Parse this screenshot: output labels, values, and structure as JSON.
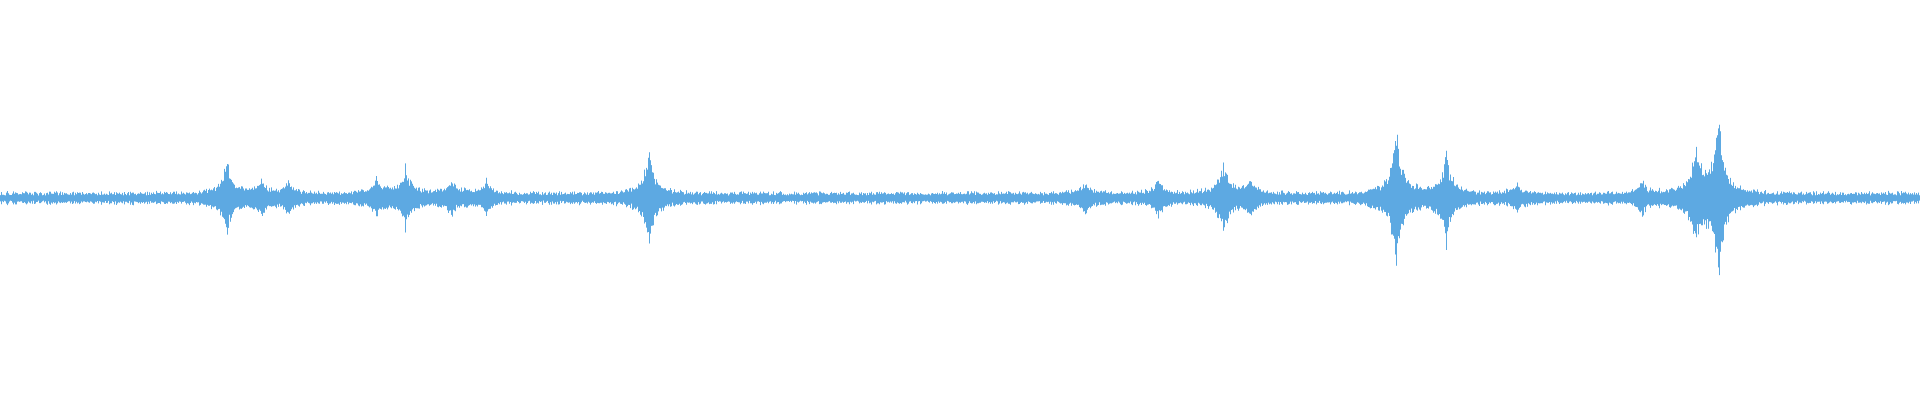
{
  "waveform": {
    "color": "#5DA9E2",
    "baseline_amplitude": 0.035,
    "events": [
      {
        "t": 0.118,
        "amp": 0.16
      },
      {
        "t": 0.136,
        "amp": 0.06
      },
      {
        "t": 0.15,
        "amp": 0.06
      },
      {
        "t": 0.196,
        "amp": 0.07
      },
      {
        "t": 0.211,
        "amp": 0.13
      },
      {
        "t": 0.235,
        "amp": 0.06
      },
      {
        "t": 0.253,
        "amp": 0.06
      },
      {
        "t": 0.338,
        "amp": 0.22
      },
      {
        "t": 0.565,
        "amp": 0.06
      },
      {
        "t": 0.603,
        "amp": 0.07
      },
      {
        "t": 0.637,
        "amp": 0.16
      },
      {
        "t": 0.651,
        "amp": 0.07
      },
      {
        "t": 0.727,
        "amp": 0.33
      },
      {
        "t": 0.753,
        "amp": 0.19
      },
      {
        "t": 0.79,
        "amp": 0.05
      },
      {
        "t": 0.855,
        "amp": 0.06
      },
      {
        "t": 0.883,
        "amp": 0.21
      },
      {
        "t": 0.895,
        "amp": 0.37
      }
    ]
  }
}
